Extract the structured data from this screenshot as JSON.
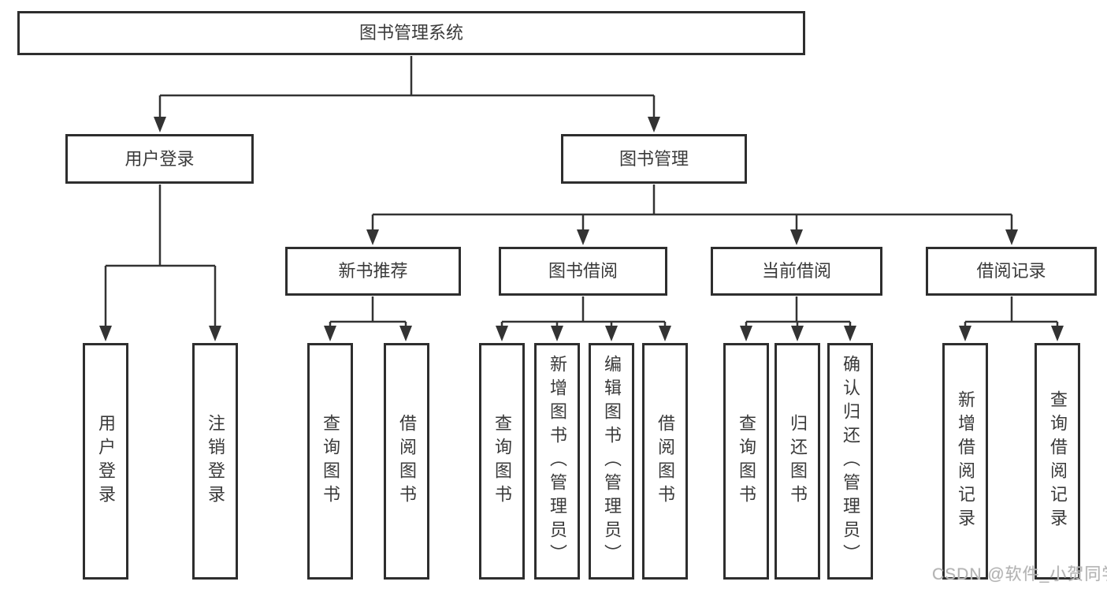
{
  "colors": {
    "line": "#333333",
    "box_border": "#2e2e2e",
    "box_background": "#ffffff",
    "text": "#3a3a3a",
    "watermark_text": "#b3b3b3"
  },
  "tree": {
    "root": {
      "label": "图书管理系统"
    },
    "branches": [
      {
        "label": "用户登录",
        "children": [
          {
            "label": "用户登录"
          },
          {
            "label": "注销登录"
          }
        ]
      },
      {
        "label": "图书管理",
        "sections": [
          {
            "label": "新书推荐",
            "children": [
              {
                "label": "查询图书"
              },
              {
                "label": "借阅图书"
              }
            ]
          },
          {
            "label": "图书借阅",
            "children": [
              {
                "label": "查询图书"
              },
              {
                "label": "新增图书（管理员）"
              },
              {
                "label": "编辑图书（管理员）"
              },
              {
                "label": "借阅图书"
              }
            ]
          },
          {
            "label": "当前借阅",
            "children": [
              {
                "label": "查询图书"
              },
              {
                "label": "归还图书"
              },
              {
                "label": "确认归还（管理员）"
              }
            ]
          },
          {
            "label": "借阅记录",
            "children": [
              {
                "label": "新增借阅记录"
              },
              {
                "label": "查询借阅记录"
              }
            ]
          }
        ]
      }
    ]
  },
  "watermark": {
    "text": "CSDN @软件_小贺同学"
  }
}
